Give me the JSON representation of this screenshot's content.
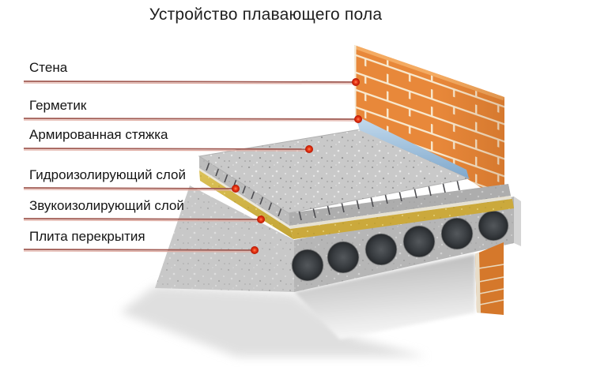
{
  "title": "Устройство плавающего пола",
  "labels": [
    {
      "id": "wall",
      "text": "Стена"
    },
    {
      "id": "sealant",
      "text": "Герметик"
    },
    {
      "id": "reinforced-screed",
      "text": "Армированная стяжка"
    },
    {
      "id": "waterproofing-layer",
      "text": "Гидроизолирующий слой"
    },
    {
      "id": "sound-insulation-layer",
      "text": "Звукоизолирующий слой"
    },
    {
      "id": "floor-slab",
      "text": "Плита перекрытия"
    }
  ],
  "colors": {
    "background": "#ffffff",
    "title_text": "#1f1f1f",
    "label_text": "#141414",
    "leader_line": "#a05a52",
    "leader_line_light": "#e0aca2",
    "leader_dot": "#e03018",
    "brick": "#e8883a",
    "brick_mortar": "#f8e9cf",
    "brick_top_light": "#f4ab62",
    "sealant_strip": "#9dc0dc",
    "screed_top": "#c9c9c9",
    "screed_edge": "#b5b5b5",
    "waterproofing": "#ece8dc",
    "insulation": "#cba93c",
    "insulation_light": "#dcc258",
    "slab_left": "#c8c8c8",
    "slab_front": "#b6b6b6",
    "hole_dark": "#33373a",
    "shadow": "#d8d8d8"
  }
}
